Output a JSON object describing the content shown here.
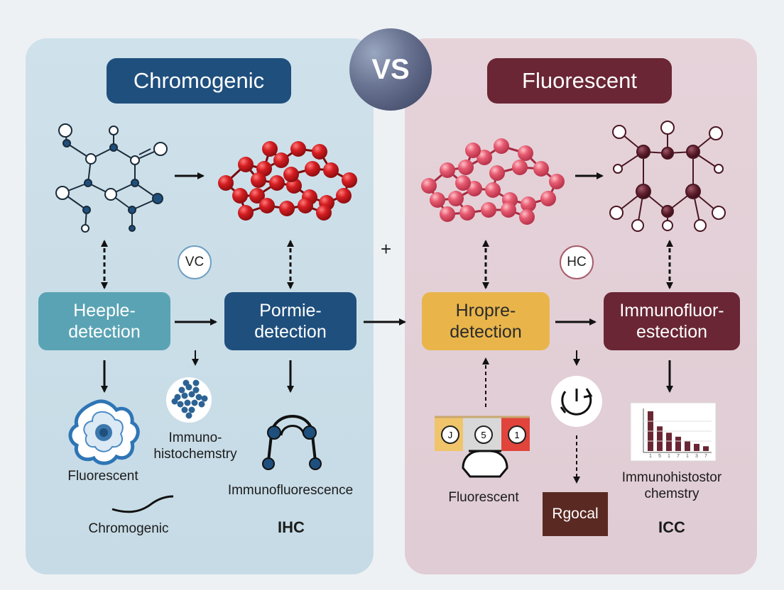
{
  "left": {
    "title": "Chromogenic",
    "badge": "VC",
    "stage1": "Heeple-\ndetection",
    "stage2": "Pormie-\ndetection",
    "label_fluorescent": "Fluorescent",
    "label_immuno_histo": "Immuno-\nhistochemstry",
    "label_immunofluorescence": "Immunofluorescence",
    "label_chromogenic": "Chromogenic",
    "label_ihc": "IHC"
  },
  "center": {
    "vs": "VS",
    "plus": "+"
  },
  "right": {
    "title": "Fluorescent",
    "badge": "HC",
    "stage3": "Hropre-\ndetection",
    "stage4": "Immunofluor-\nestection",
    "strip_cells": [
      "J",
      "5",
      "1"
    ],
    "label_fluorescent": "Fluorescent",
    "label_rgocal": "Rgocal",
    "label_immunohisto": "Immunohistostor\nchemstry",
    "label_icc": "ICC",
    "chart_bars": [
      1.0,
      0.62,
      0.46,
      0.36,
      0.26,
      0.18,
      0.12
    ],
    "chart_ticks": [
      "1",
      "5",
      "1",
      "7",
      "1",
      "3",
      "7"
    ]
  },
  "colors": {
    "left_panel": "#cfe1ea",
    "right_panel": "#e6d3da",
    "chromogenic_blue": "#1f4f7d",
    "fluorescent_maroon": "#6a2634",
    "teal": "#5aa3b4",
    "amber": "#e9b54a",
    "red_molecule": "#c8141c",
    "pink_molecule": "#e0566c"
  }
}
